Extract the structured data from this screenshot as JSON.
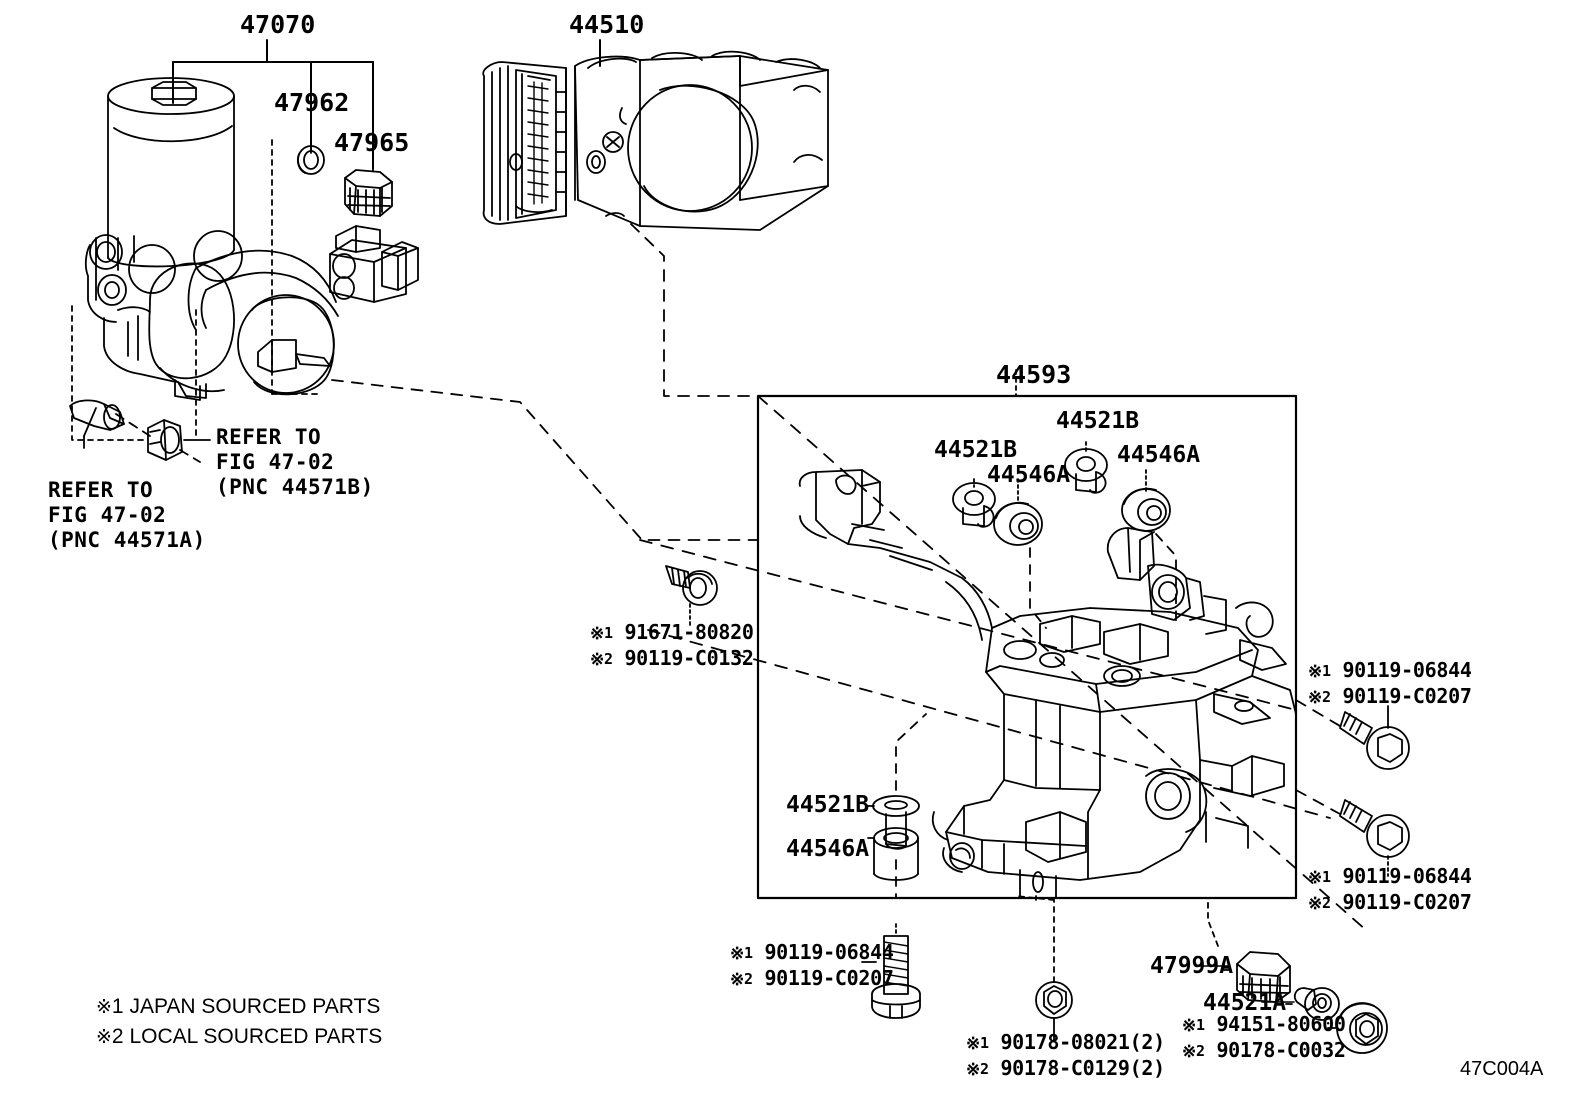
{
  "diagram": {
    "figure_code": "47C004A",
    "title_parts": [
      "47070",
      "44510",
      "44593"
    ]
  },
  "callouts": {
    "p47070": "47070",
    "p47962": "47962",
    "p47965": "47965",
    "p44510": "44510",
    "p44593": "44593",
    "p44521B_a": "44521B",
    "p44521B_b": "44521B",
    "p44546A_a": "44546A",
    "p44546A_b": "44546A",
    "p44521B_c": "44521B",
    "p44546A_c": "44546A",
    "p47999A": "47999A",
    "p44521A": "44521A"
  },
  "refer_blocks": {
    "left": {
      "line1": "REFER TO",
      "line2": "FIG 47-02",
      "line3": "(PNC 44571A)"
    },
    "right": {
      "line1": "REFER TO",
      "line2": "FIG 47-02",
      "line3": "(PNC 44571B)"
    }
  },
  "source_codes": {
    "bolt_center_left": {
      "mark1": "1",
      "code1": "91671-80820",
      "mark2": "2",
      "code2": "90119-C0132"
    },
    "bolt_right_upper": {
      "mark1": "1",
      "code1": "90119-06844",
      "mark2": "2",
      "code2": "90119-C0207"
    },
    "bolt_right_lower": {
      "mark1": "1",
      "code1": "90119-06844",
      "mark2": "2",
      "code2": "90119-C0207"
    },
    "bolt_bottom_left": {
      "mark1": "1",
      "code1": "90119-06844",
      "mark2": "2",
      "code2": "90119-C0207"
    },
    "nut_bottom_center": {
      "mark1": "1",
      "code1": "90178-08021(2)",
      "mark2": "2",
      "code2": "90178-C0129(2)"
    },
    "nut_bottom_right": {
      "mark1": "1",
      "code1": "94151-80600",
      "mark2": "2",
      "code2": "90178-C0032"
    }
  },
  "legend": {
    "line1_mark": "1",
    "line1_text": "JAPAN SOURCED PARTS",
    "line2_mark": "2",
    "line2_text": "LOCAL SOURCED PARTS"
  },
  "colors": {
    "ink": "#000000",
    "paper": "#ffffff"
  }
}
